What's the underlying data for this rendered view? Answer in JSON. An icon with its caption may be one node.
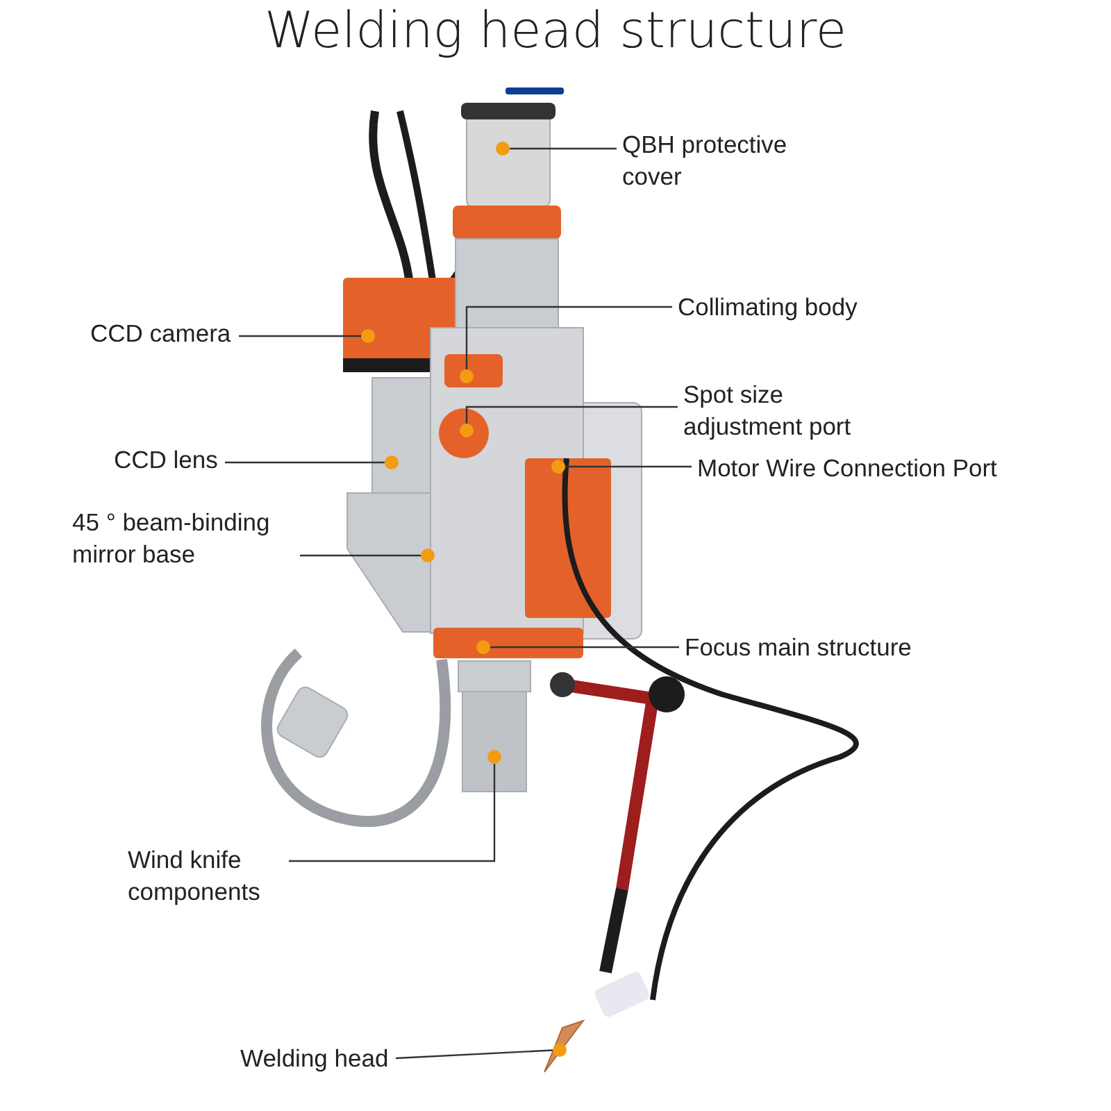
{
  "diagram": {
    "title": "Welding head structure",
    "nodes": [
      {
        "text": [
          "QBH protective cover"
        ]
      },
      {
        "text": [
          "Collimating body"
        ]
      },
      {
        "text": [
          "CCD camera"
        ]
      },
      {
        "text": [
          "Spot size adjustment port"
        ]
      },
      {
        "text": [
          "CCD lens"
        ]
      },
      {
        "text": [
          "Motor Wire Connection Port"
        ]
      },
      {
        "text": [
          "45 ° beam-binding mirror base"
        ]
      },
      {
        "text": [
          "Focus main structure"
        ]
      },
      {
        "text": [
          "Wind knife components"
        ]
      },
      {
        "text": [
          "Welding head"
        ]
      },
      {
        "text": [],
        "shape": "circle"
      },
      {
        "text": [],
        "shape": "circle"
      },
      {
        "text": [],
        "shape": "circle"
      },
      {
        "text": [],
        "shape": "circle"
      },
      {
        "text": [],
        "shape": "circle"
      },
      {
        "text": [],
        "shape": "circle"
      },
      {
        "text": [],
        "shape": "circle"
      },
      {
        "text": [],
        "shape": "circle"
      },
      {
        "text": [],
        "shape": "circle"
      },
      {
        "text": [],
        "shape": "circle"
      }
    ],
    "edges": [
      {
        "from": 0,
        "to": 10,
        "arrow": "none"
      },
      {
        "from": 1,
        "to": 11,
        "arrow": "none"
      },
      {
        "from": 2,
        "to": 12,
        "arrow": "none"
      },
      {
        "from": 3,
        "to": 13,
        "arrow": "none"
      },
      {
        "from": 4,
        "to": 14,
        "arrow": "none"
      },
      {
        "from": 5,
        "to": 15,
        "arrow": "none"
      },
      {
        "from": 6,
        "to": 16,
        "arrow": "none"
      },
      {
        "from": 7,
        "to": 17,
        "arrow": "none"
      },
      {
        "from": 8,
        "to": 18,
        "arrow": "none"
      },
      {
        "from": 9,
        "to": 19,
        "arrow": "none"
      }
    ]
  }
}
